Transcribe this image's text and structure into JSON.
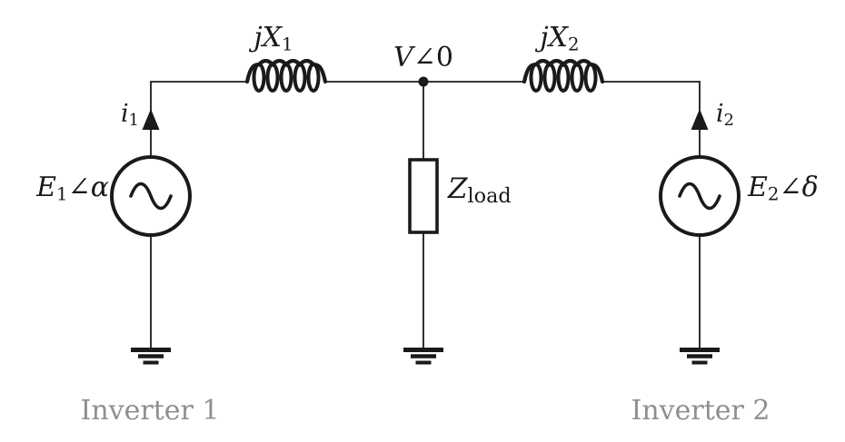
{
  "labels": {
    "inductor1": {
      "sym": "jX",
      "sub": "1"
    },
    "inductor2": {
      "sym": "jX",
      "sub": "2"
    },
    "node_voltage": {
      "sym": "V",
      "post": "∠0"
    },
    "source1": {
      "sym": "E",
      "sub": "1",
      "angle": "∠",
      "phase": "α"
    },
    "source2": {
      "sym": "E",
      "sub": "2",
      "angle": "∠",
      "phase": "δ"
    },
    "current1": {
      "sym": "i",
      "sub": "1"
    },
    "current2": {
      "sym": "i",
      "sub": "2"
    },
    "load": {
      "sym": "Z",
      "sub": "load"
    },
    "caption1": "Inverter 1",
    "caption2": "Inverter 2"
  },
  "colors": {
    "line": "#1a1a1a",
    "caption": "#8f8f8f",
    "background": "#ffffff"
  }
}
